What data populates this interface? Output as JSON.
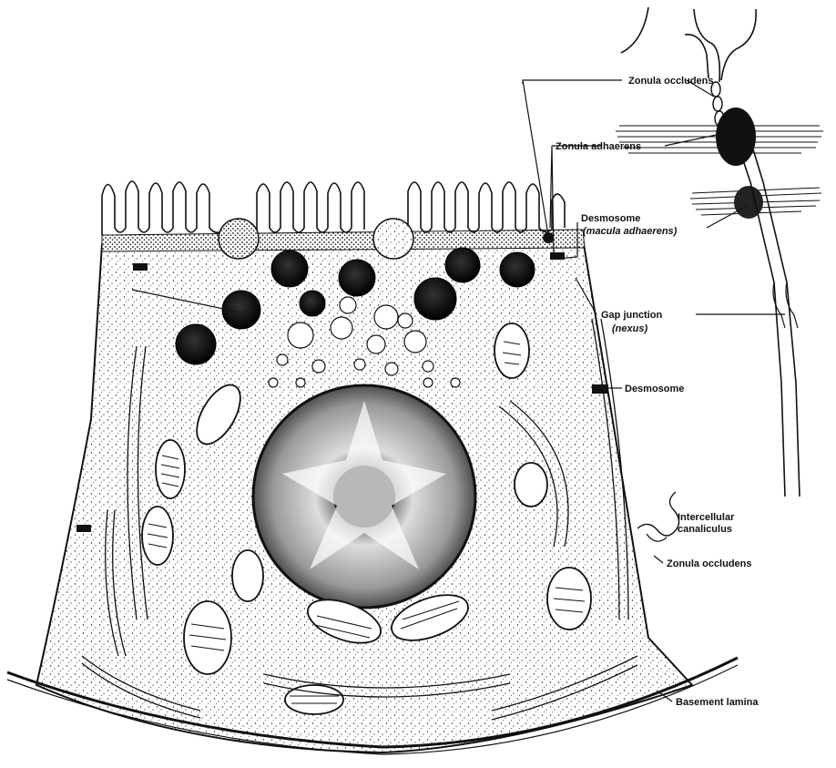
{
  "labels": {
    "zonula_occludens_top": "Zonula occludens",
    "zonula_adhaerens": "Zonula adhaerens",
    "desmosome_top": "Desmosome",
    "desmosome_top_sub": "(macula adhaerens)",
    "gap_junction": "Gap junction",
    "gap_junction_sub": "(nexus)",
    "desmosome_mid": "Desmosome",
    "intercellular_1": "Intercellular",
    "intercellular_2": "canaliculus",
    "zonula_occludens_bottom": "Zonula occludens",
    "basement_lamina": "Basement lamina"
  }
}
